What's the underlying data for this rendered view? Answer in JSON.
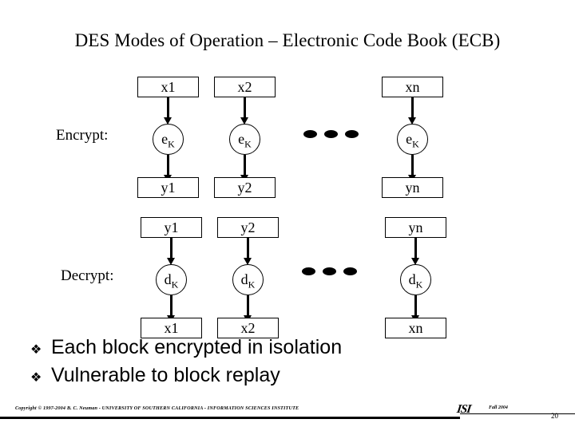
{
  "slide": {
    "title": "DES Modes of Operation – Electronic Code Book (ECB)",
    "page_number": "20"
  },
  "diagram": {
    "encrypt": {
      "label": "Encrypt:",
      "inputs": [
        "x1",
        "x2",
        "xn"
      ],
      "operator": "e",
      "operator_subscript": "K",
      "outputs": [
        "y1",
        "y2",
        "yn"
      ],
      "ellipsis": "•••"
    },
    "decrypt": {
      "label": "Decrypt:",
      "inputs": [
        "y1",
        "y2",
        "yn"
      ],
      "operator": "d",
      "operator_subscript": "K",
      "outputs": [
        "x1",
        "x2",
        "xn"
      ],
      "ellipsis": "•••"
    }
  },
  "bullets": {
    "glyph": "❖",
    "items": [
      "Each block encrypted in isolation",
      "Vulnerable to block replay"
    ]
  },
  "footer": {
    "copyright": "Copyright © 1997-2004  B. C. Neuman  -  UNIVERSITY OF SOUTHERN CALIFORNIA  -  INFORMATION SCIENCES INSTITUTE",
    "logo": "ISI",
    "term": "Fall 2004"
  },
  "colors": {
    "ink": "#000000",
    "background": "#ffffff"
  }
}
